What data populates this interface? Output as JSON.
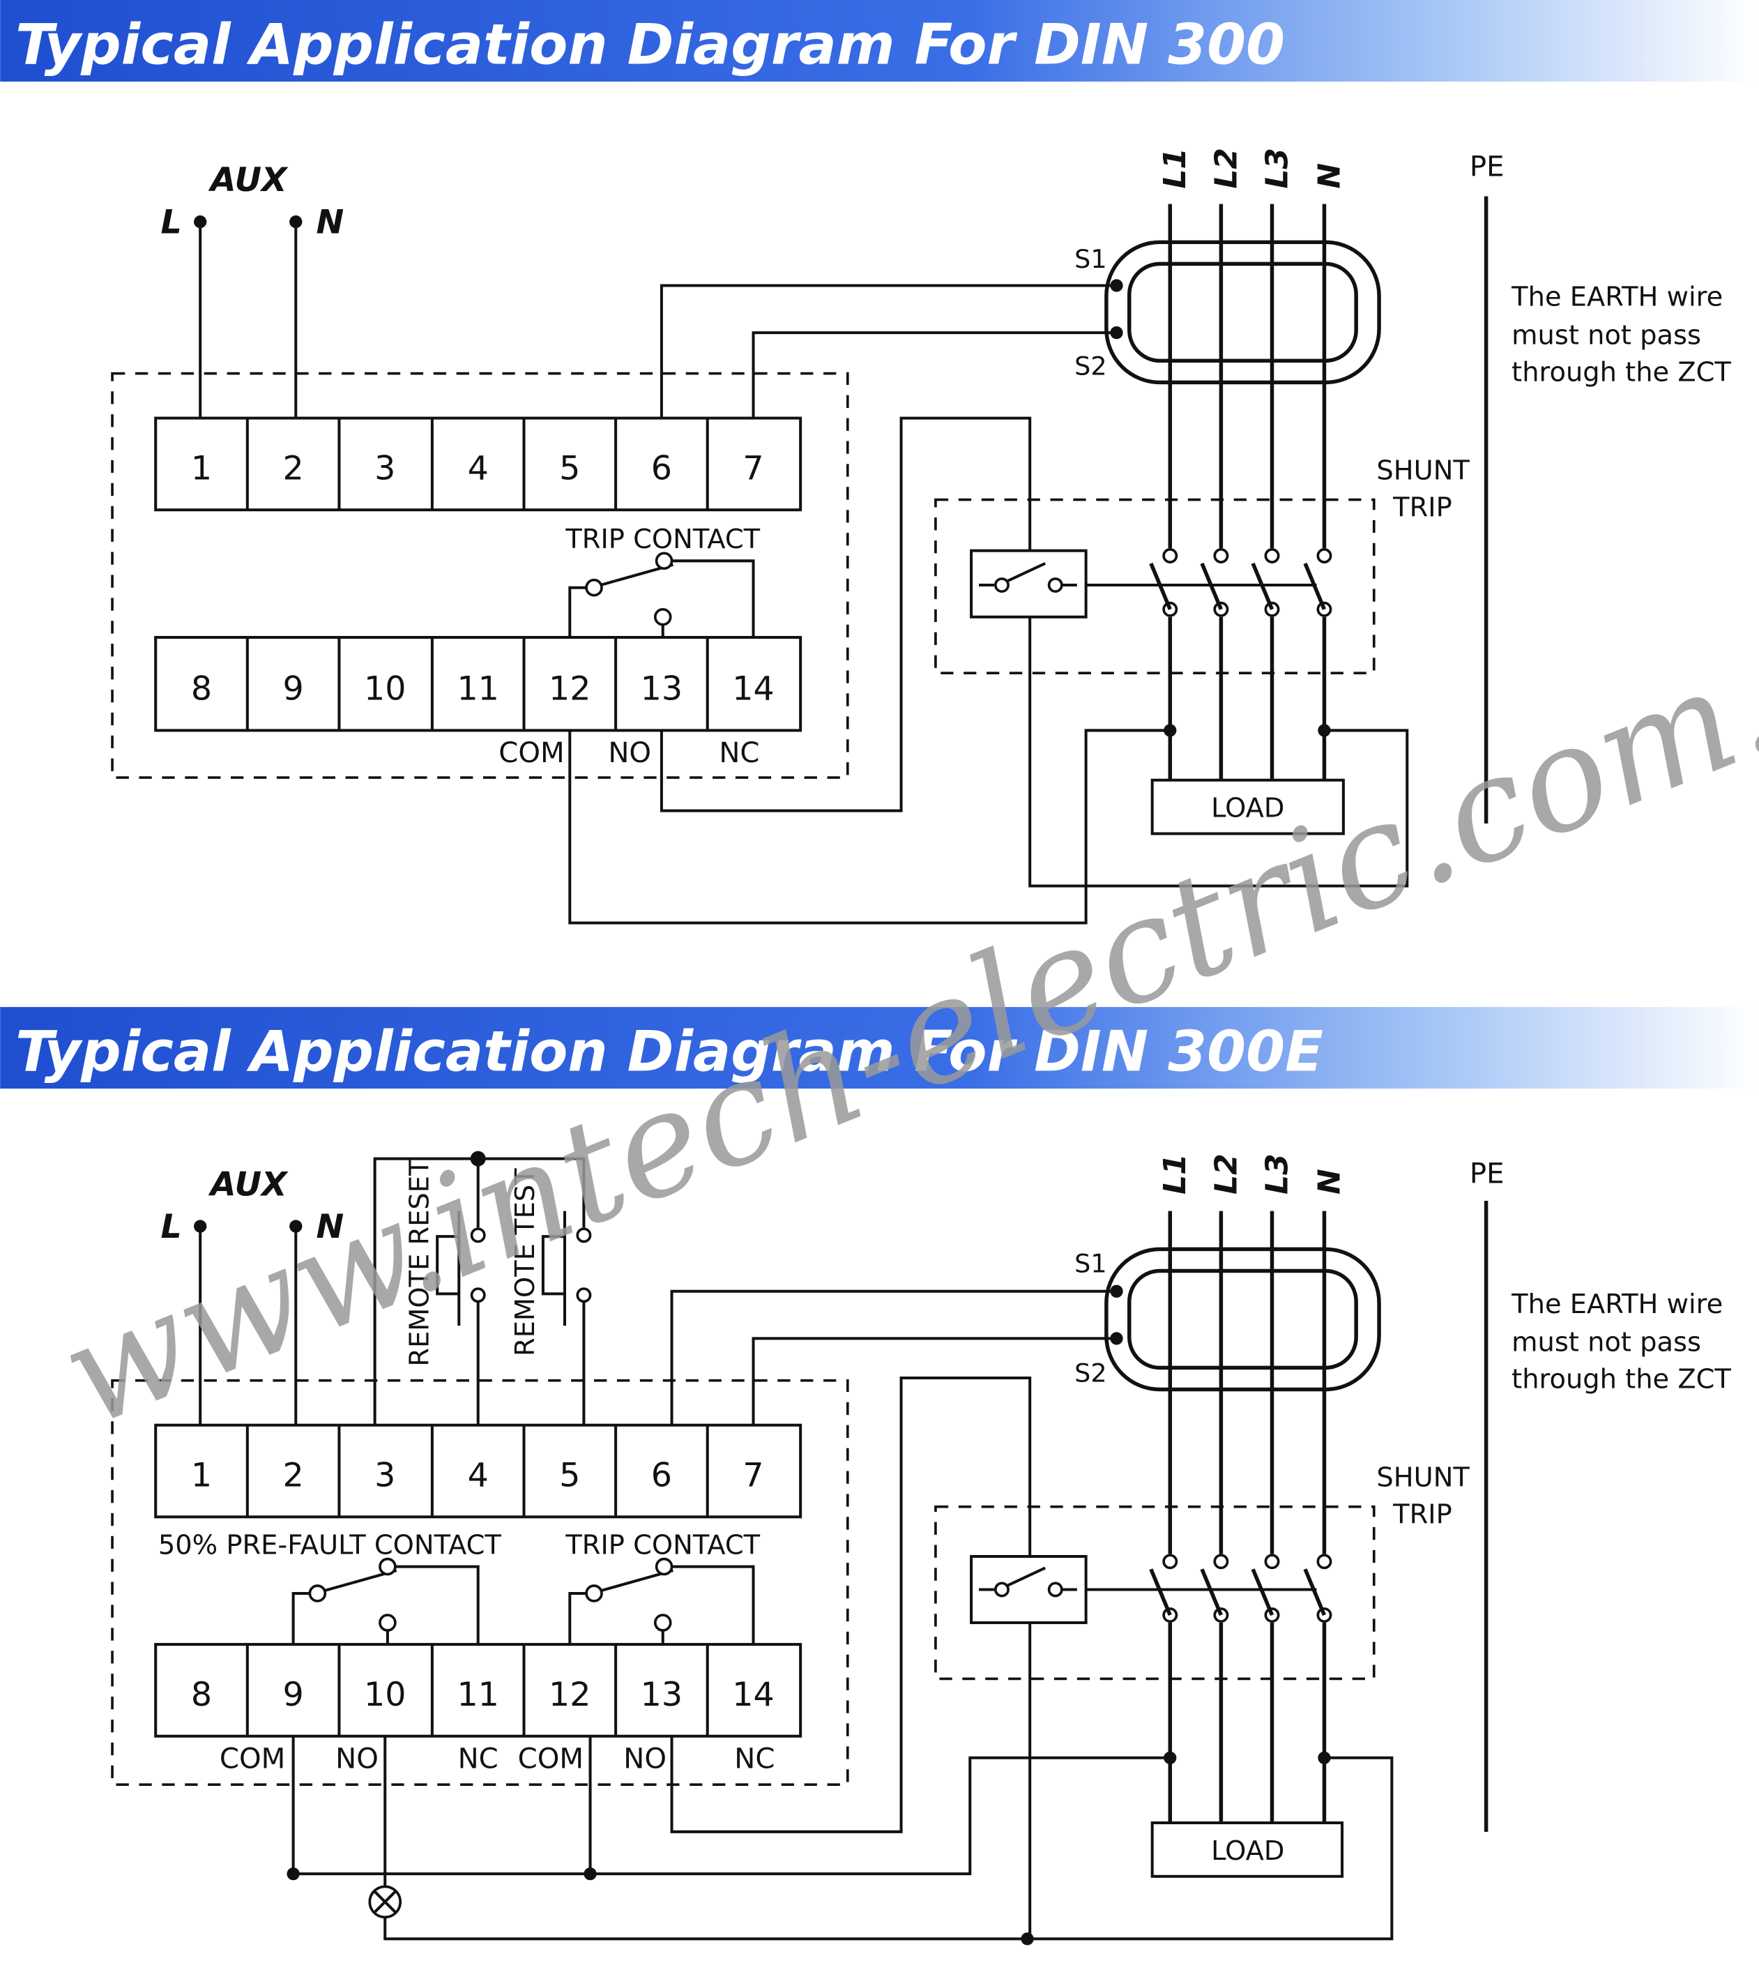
{
  "diagrams": [
    {
      "banner": "Typical Application Diagram For DIN 300",
      "aux": {
        "title": "AUX",
        "l": "L",
        "n": "N"
      },
      "terminals_top": [
        "1",
        "2",
        "3",
        "4",
        "5",
        "6",
        "7"
      ],
      "terminals_bottom": [
        "8",
        "9",
        "10",
        "11",
        "12",
        "13",
        "14"
      ],
      "trip_contact": "TRIP CONTACT",
      "bottom_labels": [
        "COM",
        "NO",
        "NC"
      ],
      "phases": [
        "L1",
        "L2",
        "L3",
        "N"
      ],
      "pe": "PE",
      "s1": "S1",
      "s2": "S2",
      "shunt_trip": [
        "SHUNT",
        "TRIP"
      ],
      "load": "LOAD",
      "earth_note": [
        "The EARTH wire",
        "must not pass",
        "through the ZCT"
      ]
    },
    {
      "banner": "Typical Application Diagram For DIN 300E",
      "aux": {
        "title": "AUX",
        "l": "L",
        "n": "N"
      },
      "remote_reset": "REMOTE RESET",
      "remote_test": "REMOTE TEST",
      "terminals_top": [
        "1",
        "2",
        "3",
        "4",
        "5",
        "6",
        "7"
      ],
      "terminals_bottom": [
        "8",
        "9",
        "10",
        "11",
        "12",
        "13",
        "14"
      ],
      "prefault_contact": "50% PRE-FAULT CONTACT",
      "trip_contact": "TRIP CONTACT",
      "bottom_labels": [
        "COM",
        "NO",
        "NC",
        "COM",
        "NO",
        "NC"
      ],
      "phases": [
        "L1",
        "L2",
        "L3",
        "N"
      ],
      "pe": "PE",
      "s1": "S1",
      "s2": "S2",
      "shunt_trip": [
        "SHUNT",
        "TRIP"
      ],
      "load": "LOAD",
      "earth_note": [
        "The EARTH wire",
        "must not pass",
        "through the ZCT"
      ]
    }
  ],
  "watermark": "www.intech-electric.com.my",
  "colors": {
    "banner_blue": "#2a5fd8",
    "banner_fade": "#ffffff",
    "line": "#111111",
    "watermark": "#9a9a9a"
  }
}
